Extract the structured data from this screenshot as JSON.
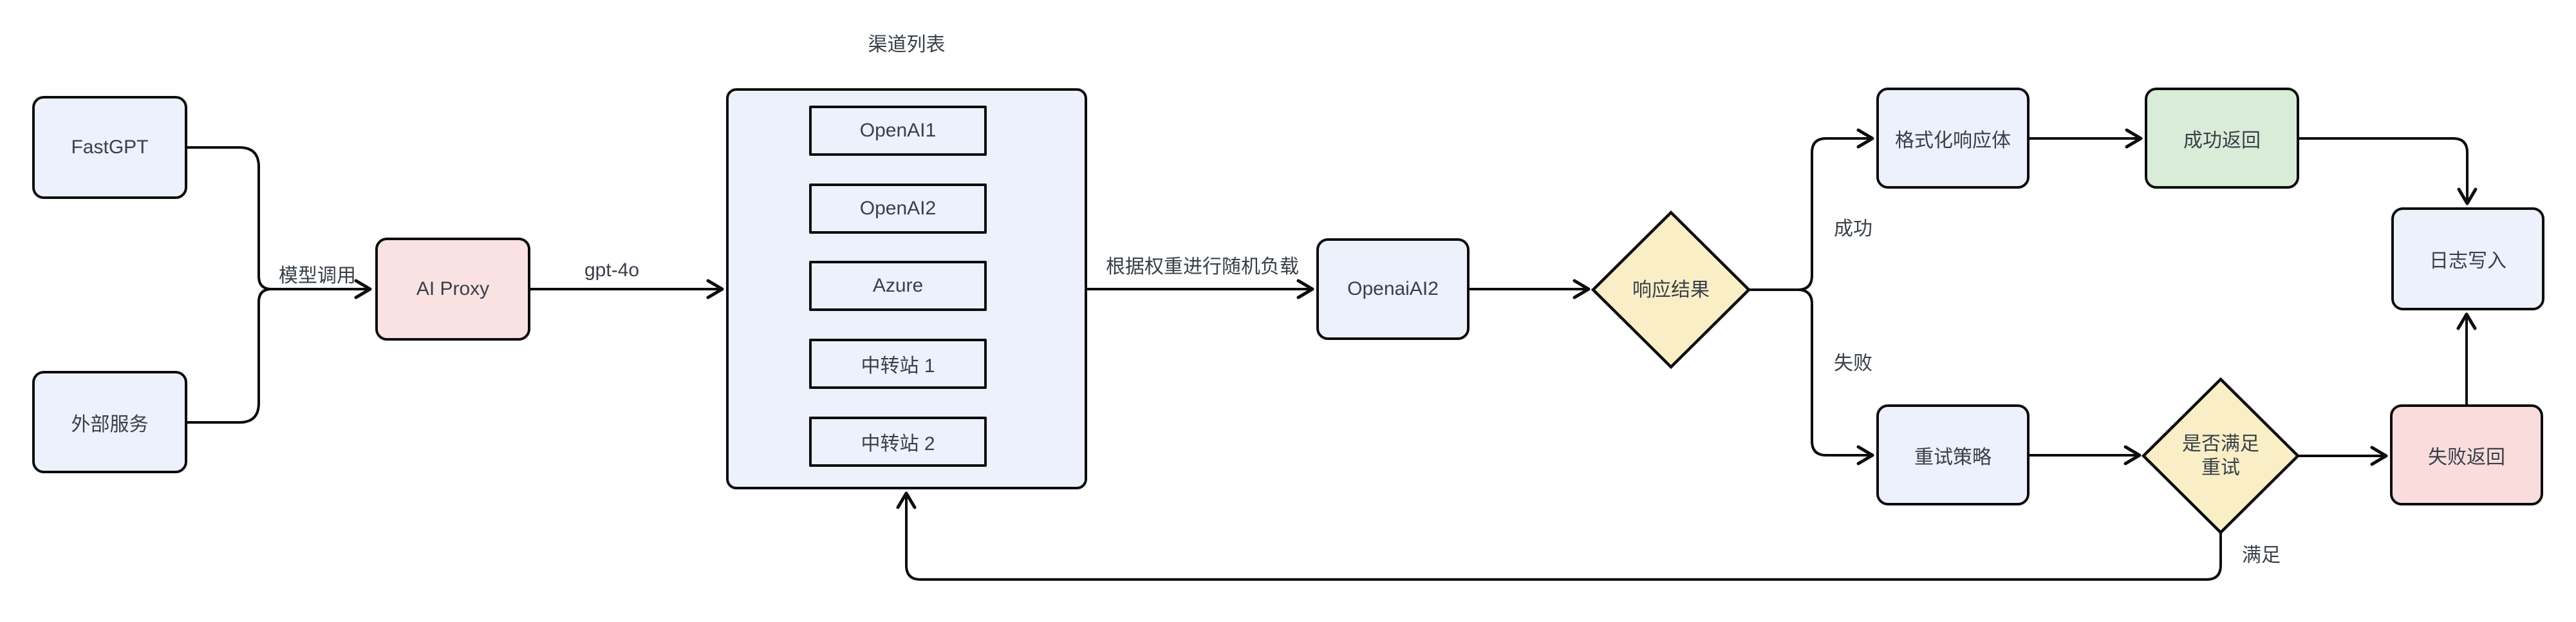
{
  "diagram": {
    "background": "#ffffff",
    "stroke": "#0c0c0c",
    "text_color": "#384048",
    "colors": {
      "node_blue": "#ECF1FB",
      "node_pink": "#FBE2E2",
      "node_green": "#D9ECD8",
      "node_yellow": "#FAEEC6",
      "node_red": "#FADCDD"
    },
    "nodes": {
      "fastgpt": {
        "label": "FastGPT"
      },
      "external_service": {
        "label": "外部服务"
      },
      "ai_proxy": {
        "label": "AI Proxy"
      },
      "channel_group": {
        "title": "渠道列表",
        "channels": [
          "OpenAI1",
          "OpenAI2",
          "Azure",
          "中转站 1",
          "中转站 2"
        ]
      },
      "selected_channel": {
        "label": "OpenaiAI2"
      },
      "response_result": {
        "label": "响应结果"
      },
      "format_body": {
        "label": "格式化响应体"
      },
      "success_return": {
        "label": "成功返回"
      },
      "log_write": {
        "label": "日志写入"
      },
      "retry_strategy": {
        "label": "重试策略"
      },
      "retry_check": {
        "label_line1": "是否满足",
        "label_line2": "重试"
      },
      "fail_return": {
        "label": "失败返回"
      }
    },
    "edge_labels": {
      "model_call": "模型调用",
      "model_name": "gpt-4o",
      "load_balance": "根据权重进行随机负载",
      "success": "成功",
      "fail": "失败",
      "satisfied": "满足"
    }
  }
}
